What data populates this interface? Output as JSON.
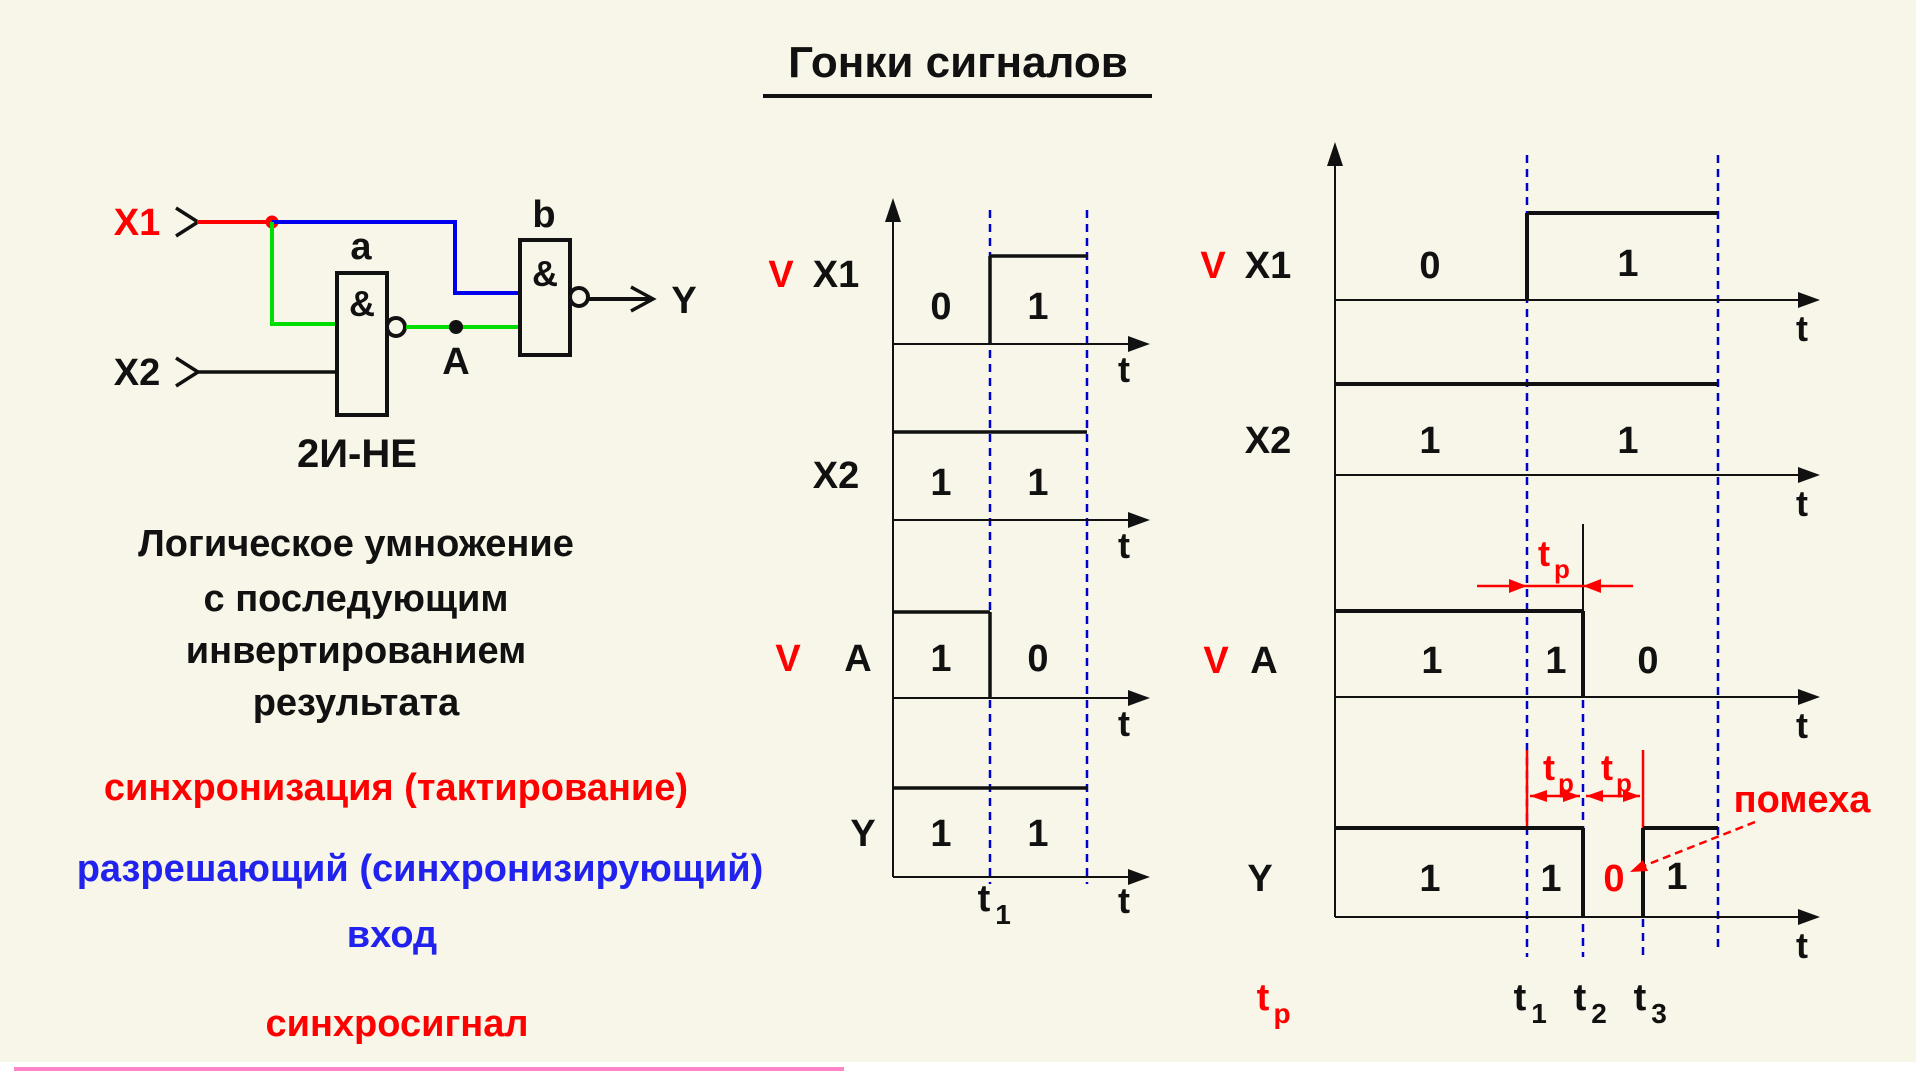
{
  "title": "Гонки сигналов",
  "colors": {
    "background": "#f7f6e8",
    "red": "#ff0000",
    "blue_text": "#2222ee",
    "blue_wire": "#0000ee",
    "blue_dash": "#0000cc",
    "green_wire": "#00dd00",
    "black": "#111111",
    "pink_line": "#ff85c8"
  },
  "circuit": {
    "x1_label": "X1",
    "x2_label": "X2",
    "gate_a_label": "a",
    "gate_b_label": "b",
    "gate_a_symbol": "&",
    "gate_b_symbol": "&",
    "node_label": "A",
    "output_label": "Y",
    "caption": "2И-НЕ",
    "desc_line1": "Логическое умножение",
    "desc_line2": "с последующим",
    "desc_line3": "инвертированием",
    "desc_line4": "результата"
  },
  "notes": {
    "sync_red": "синхронизация (тактирование)",
    "enable_blue_line1": "разрешающий (синхронизирующий)",
    "enable_blue_line2": "вход",
    "clock_red": "синхросигнал"
  },
  "mid": {
    "v_x1": "V",
    "v_a": "V",
    "x1_label": "X1",
    "x2_label": "X2",
    "a_label": "A",
    "y_label": "Y",
    "x1_val1": "0",
    "x1_val2": "1",
    "x2_val1": "1",
    "x2_val2": "1",
    "a_val1": "1",
    "a_val2": "0",
    "y_val1": "1",
    "y_val2": "1",
    "t_x1": "t",
    "t_x2": "t",
    "t_a": "t",
    "t_y": "t",
    "mark_t1_base": "t",
    "mark_t1_sub": "1"
  },
  "right": {
    "v_x1": "V",
    "v_a": "V",
    "x1_label": "X1",
    "x2_label": "X2",
    "a_label": "A",
    "y_label": "Y",
    "x1_val1": "0",
    "x1_val2": "1",
    "x2_val1": "1",
    "x2_val2": "1",
    "a_val1": "1",
    "a_val2": "1",
    "a_val3": "0",
    "y_val1": "1",
    "y_val2": "1",
    "y_val3": "0",
    "y_val4": "1",
    "t_x1": "t",
    "t_x2": "t",
    "t_a": "t",
    "t_y": "t",
    "tp_upper_base": "t",
    "tp_upper_sub": "p",
    "tp_lower1_base": "t",
    "tp_lower1_sub": "p",
    "tp_lower2_base": "t",
    "tp_lower2_sub": "p",
    "tp_legend_base": "t",
    "tp_legend_sub": "p",
    "mark_t1_base": "t",
    "mark_t1_sub": "1",
    "mark_t2_base": "t",
    "mark_t2_sub": "2",
    "mark_t3_base": "t",
    "mark_t3_sub": "3",
    "noise_label": "помеха"
  },
  "waveforms": {
    "middle": {
      "X1": [
        "0",
        "1"
      ],
      "X2": [
        "1",
        "1"
      ],
      "A": [
        "1",
        "0"
      ],
      "Y": [
        "1",
        "1"
      ],
      "time_marks": [
        "t1"
      ]
    },
    "right": {
      "X1": [
        "0",
        "1"
      ],
      "X2": [
        "1",
        "1"
      ],
      "A": [
        "1",
        "1",
        "0"
      ],
      "Y": [
        "1",
        "1",
        "0",
        "1"
      ],
      "time_marks": [
        "t1",
        "t2",
        "t3"
      ],
      "delay_symbol": "tp",
      "note": "помеха"
    }
  }
}
